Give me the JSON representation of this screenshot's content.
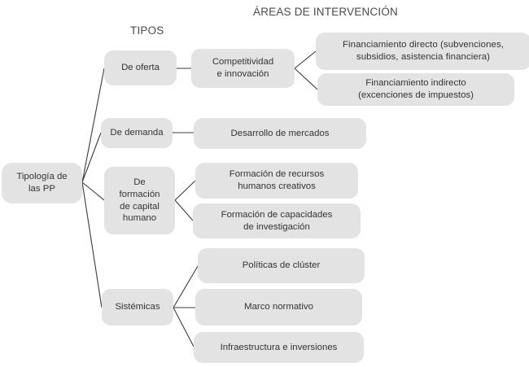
{
  "diagram": {
    "headers": {
      "tipos": "TIPOS",
      "areas": "ÁREAS DE INTERVENCIÓN"
    },
    "root": {
      "label": "Tipología de\nlas PP"
    },
    "colors": {
      "node_fill": "#e3e3e3",
      "node_text": "#333333",
      "header_text": "#4a4a4a",
      "edge": "#3b3b3b",
      "background": "#ffffff"
    },
    "types": [
      {
        "id": "oferta",
        "label": "De oferta"
      },
      {
        "id": "demanda",
        "label": "De demanda"
      },
      {
        "id": "capital-humano",
        "label": "De\nformación\nde capital\nhumano"
      },
      {
        "id": "sistemicas",
        "label": "Sistémicas"
      }
    ],
    "areas": [
      {
        "id": "competitividad",
        "label": "Competitividad\ne innovación"
      },
      {
        "id": "desarrollo-mercados",
        "label": "Desarrollo de mercados"
      },
      {
        "id": "recursos-humanos",
        "label": "Formación de recursos\nhumanos creativos"
      },
      {
        "id": "capacidades-investigacion",
        "label": "Formación de capacidades\nde investigación"
      },
      {
        "id": "politicas-cluster",
        "label": "Políticas de clúster"
      },
      {
        "id": "marco-normativo",
        "label": "Marco normativo"
      },
      {
        "id": "infraestructura",
        "label": "Infraestructura e inversiones"
      }
    ],
    "instruments": [
      {
        "id": "financiamiento-directo",
        "label": "Financiamiento directo (subvenciones,\nsubsidios, asistencia financiera)"
      },
      {
        "id": "financiamiento-indirecto",
        "label": "Financiamiento indirecto\n(excenciones de impuestos)"
      }
    ]
  }
}
